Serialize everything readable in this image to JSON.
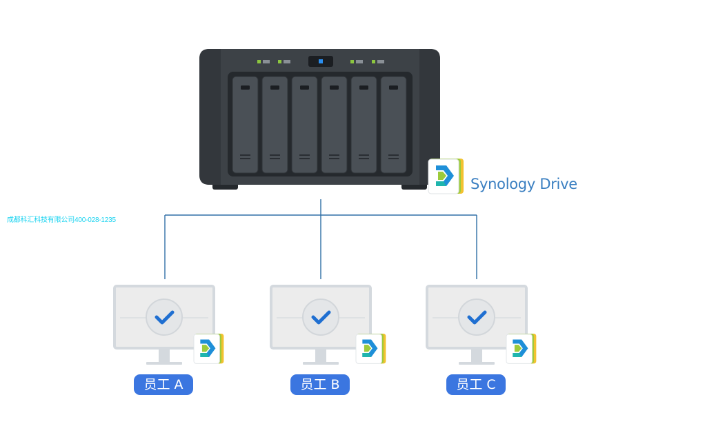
{
  "product": {
    "name": "Synology Drive",
    "icon": "synology-drive-icon"
  },
  "watermark": "成都科汇科技有限公司400-028-1235",
  "employees": [
    {
      "label": "员工 A",
      "status": "check-icon"
    },
    {
      "label": "员工 B",
      "status": "check-icon"
    },
    {
      "label": "员工 C",
      "status": "check-icon"
    }
  ],
  "nas": {
    "drive_bays": 6,
    "icon": "nas-server-icon"
  },
  "colors": {
    "nas_body": "#3d4247",
    "connector": "#2f6fa6",
    "badge": "#3b76e0",
    "monitor": "#d4d9de",
    "check": "#1f6fd1",
    "brand_text": "#3a7fc1",
    "watermark_text": "#19d3f0"
  }
}
